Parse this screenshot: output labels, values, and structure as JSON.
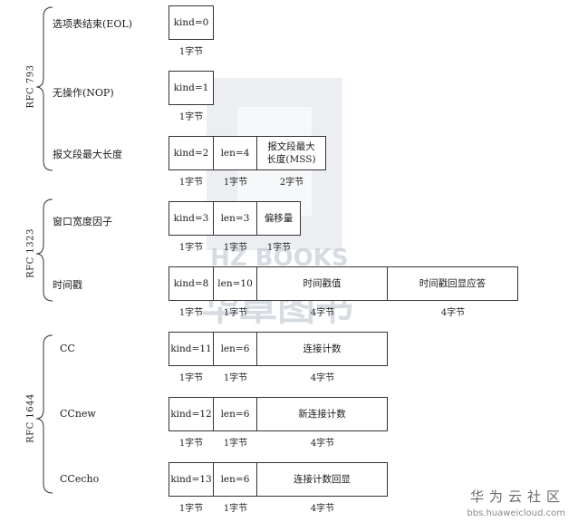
{
  "watermark": {
    "brand_en": "HZ BOOKS",
    "brand_cn": "华章图书"
  },
  "footer": {
    "site_cn": "华为云社区",
    "site_url": "bbs.huaweicloud.com"
  },
  "groups": [
    {
      "rfc": "RFC 793",
      "options": [
        {
          "name": "选项表结束(EOL)",
          "fields": [
            "kind=0"
          ],
          "sizes": [
            "1字节"
          ]
        },
        {
          "name": "无操作(NOP)",
          "fields": [
            "kind=1"
          ],
          "sizes": [
            "1字节"
          ]
        },
        {
          "name": "报文段最大长度",
          "fields": [
            "kind=2",
            "len=4",
            "报文段最大长度(MSS)"
          ],
          "sizes": [
            "1字节",
            "1字节",
            "2字节"
          ]
        }
      ]
    },
    {
      "rfc": "RFC 1323",
      "options": [
        {
          "name": "窗口宽度因子",
          "fields": [
            "kind=3",
            "len=3",
            "偏移量"
          ],
          "sizes": [
            "1字节",
            "1字节",
            "1字节"
          ]
        },
        {
          "name": "时间戳",
          "fields": [
            "kind=8",
            "len=10",
            "时间戳值",
            "时间戳回显应答"
          ],
          "sizes": [
            "1字节",
            "1字节",
            "4字节",
            "4字节"
          ]
        }
      ]
    },
    {
      "rfc": "RFC 1644",
      "options": [
        {
          "name": "CC",
          "fields": [
            "kind=11",
            "len=6",
            "连接计数"
          ],
          "sizes": [
            "1字节",
            "1字节",
            "4字节"
          ]
        },
        {
          "name": "CCnew",
          "fields": [
            "kind=12",
            "len=6",
            "新连接计数"
          ],
          "sizes": [
            "1字节",
            "1字节",
            "4字节"
          ]
        },
        {
          "name": "CCecho",
          "fields": [
            "kind=13",
            "len=6",
            "连接计数回显"
          ],
          "sizes": [
            "1字节",
            "1字节",
            "4字节"
          ]
        }
      ]
    }
  ]
}
